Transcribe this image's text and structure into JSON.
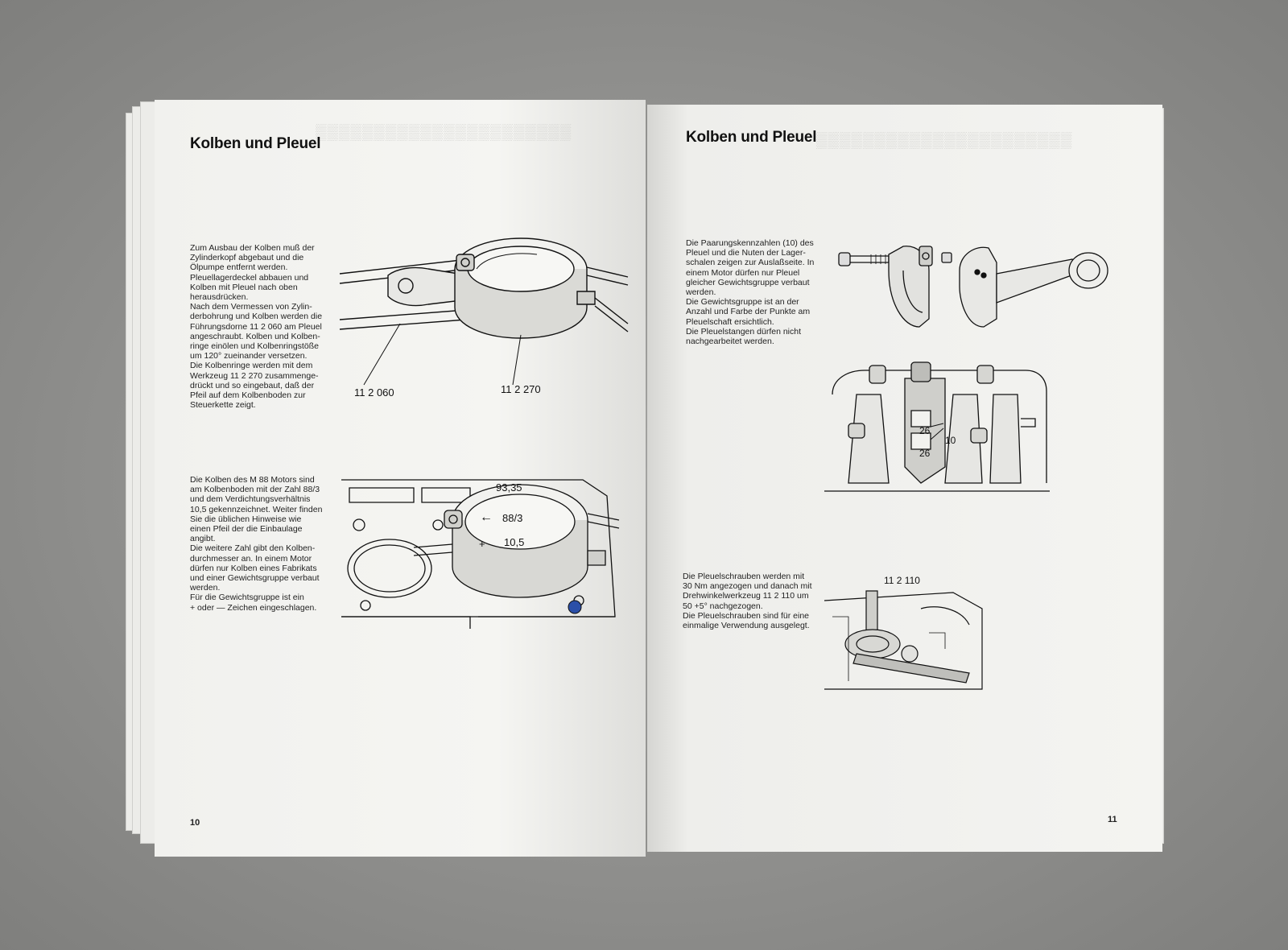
{
  "left_page": {
    "heading": "Kolben und Pleuel",
    "paragraph_1": "Zum Ausbau der Kolben muß der\nZylinderkopf abgebaut und die\nÖlpumpe entfernt werden.\nPleuellagerdeckel abbauen und\nKolben mit Pleuel nach oben\nherausdrücken.\nNach dem Vermessen von Zylin-\nderbohrung und Kolben werden die\nFührungsdorne 11 2 060 am Pleuel\nangeschraubt. Kolben und Kolben-\nringe einölen und Kolbenringstöße\num 120° zueinander versetzen.\nDie Kolbenringe werden mit dem\nWerkzeug 11 2 270 zusammenge-\ndrückt und so eingebaut, daß der\nPfeil auf dem Kolbenboden zur\nSteuerkette zeigt.",
    "figure_1_labels": {
      "tool_a": "11 2 060",
      "tool_b": "11 2 270"
    },
    "paragraph_2": "Die Kolben des M 88 Motors sind\nam Kolbenboden mit der Zahl 88/3\nund dem Verdichtungsverhältnis\n10,5 gekennzeichnet. Weiter finden\nSie die üblichen Hinweise wie\neinen Pfeil der die Einbaulage\nangibt.\nDie weitere Zahl gibt den Kolben-\ndurchmesser an. In einem Motor\ndürfen nur Kolben eines Fabrikats\nund einer Gewichtsgruppe verbaut\nwerden.\nFür die Gewichtsgruppe ist ein\n+ oder — Zeichen eingeschlagen.",
    "figure_2_labels": {
      "diameter": "93,35",
      "arrow": "←",
      "code": "88/3",
      "sign": "+",
      "ratio": "10,5"
    },
    "page_number": "10"
  },
  "right_page": {
    "heading": "Kolben und Pleuel",
    "paragraph_1": "Die Paarungskennzahlen (10) des\nPleuel und die Nuten der Lager-\nschalen zeigen zur Auslaßseite. In\neinem Motor dürfen nur Pleuel\ngleicher Gewichtsgruppe verbaut\nwerden.\nDie Gewichtsgruppe ist an der\nAnzahl und Farbe der Punkte am\nPleuelschaft ersichtlich.\nDie Pleuelstangen dürfen nicht\nnachgearbeitet werden.",
    "figure_2_labels": {
      "mark_top": "26",
      "mark_bottom": "26",
      "callout": "10"
    },
    "paragraph_2": "Die Pleuelschrauben werden mit\n30 Nm angezogen und danach mit\nDrehwinkelwerkzeug 11 2 110 um\n50 +5° nachgezogen.\nDie Pleuelschrauben sind für eine\neinmalige Verwendung ausgelegt.",
    "figure_3_labels": {
      "tool": "11 2 110"
    },
    "page_number": "11"
  },
  "colors": {
    "background": "#8d8d8b",
    "paper": "#f4f4f1",
    "ink": "#111111",
    "blue_dot": "#2b4fa8"
  }
}
